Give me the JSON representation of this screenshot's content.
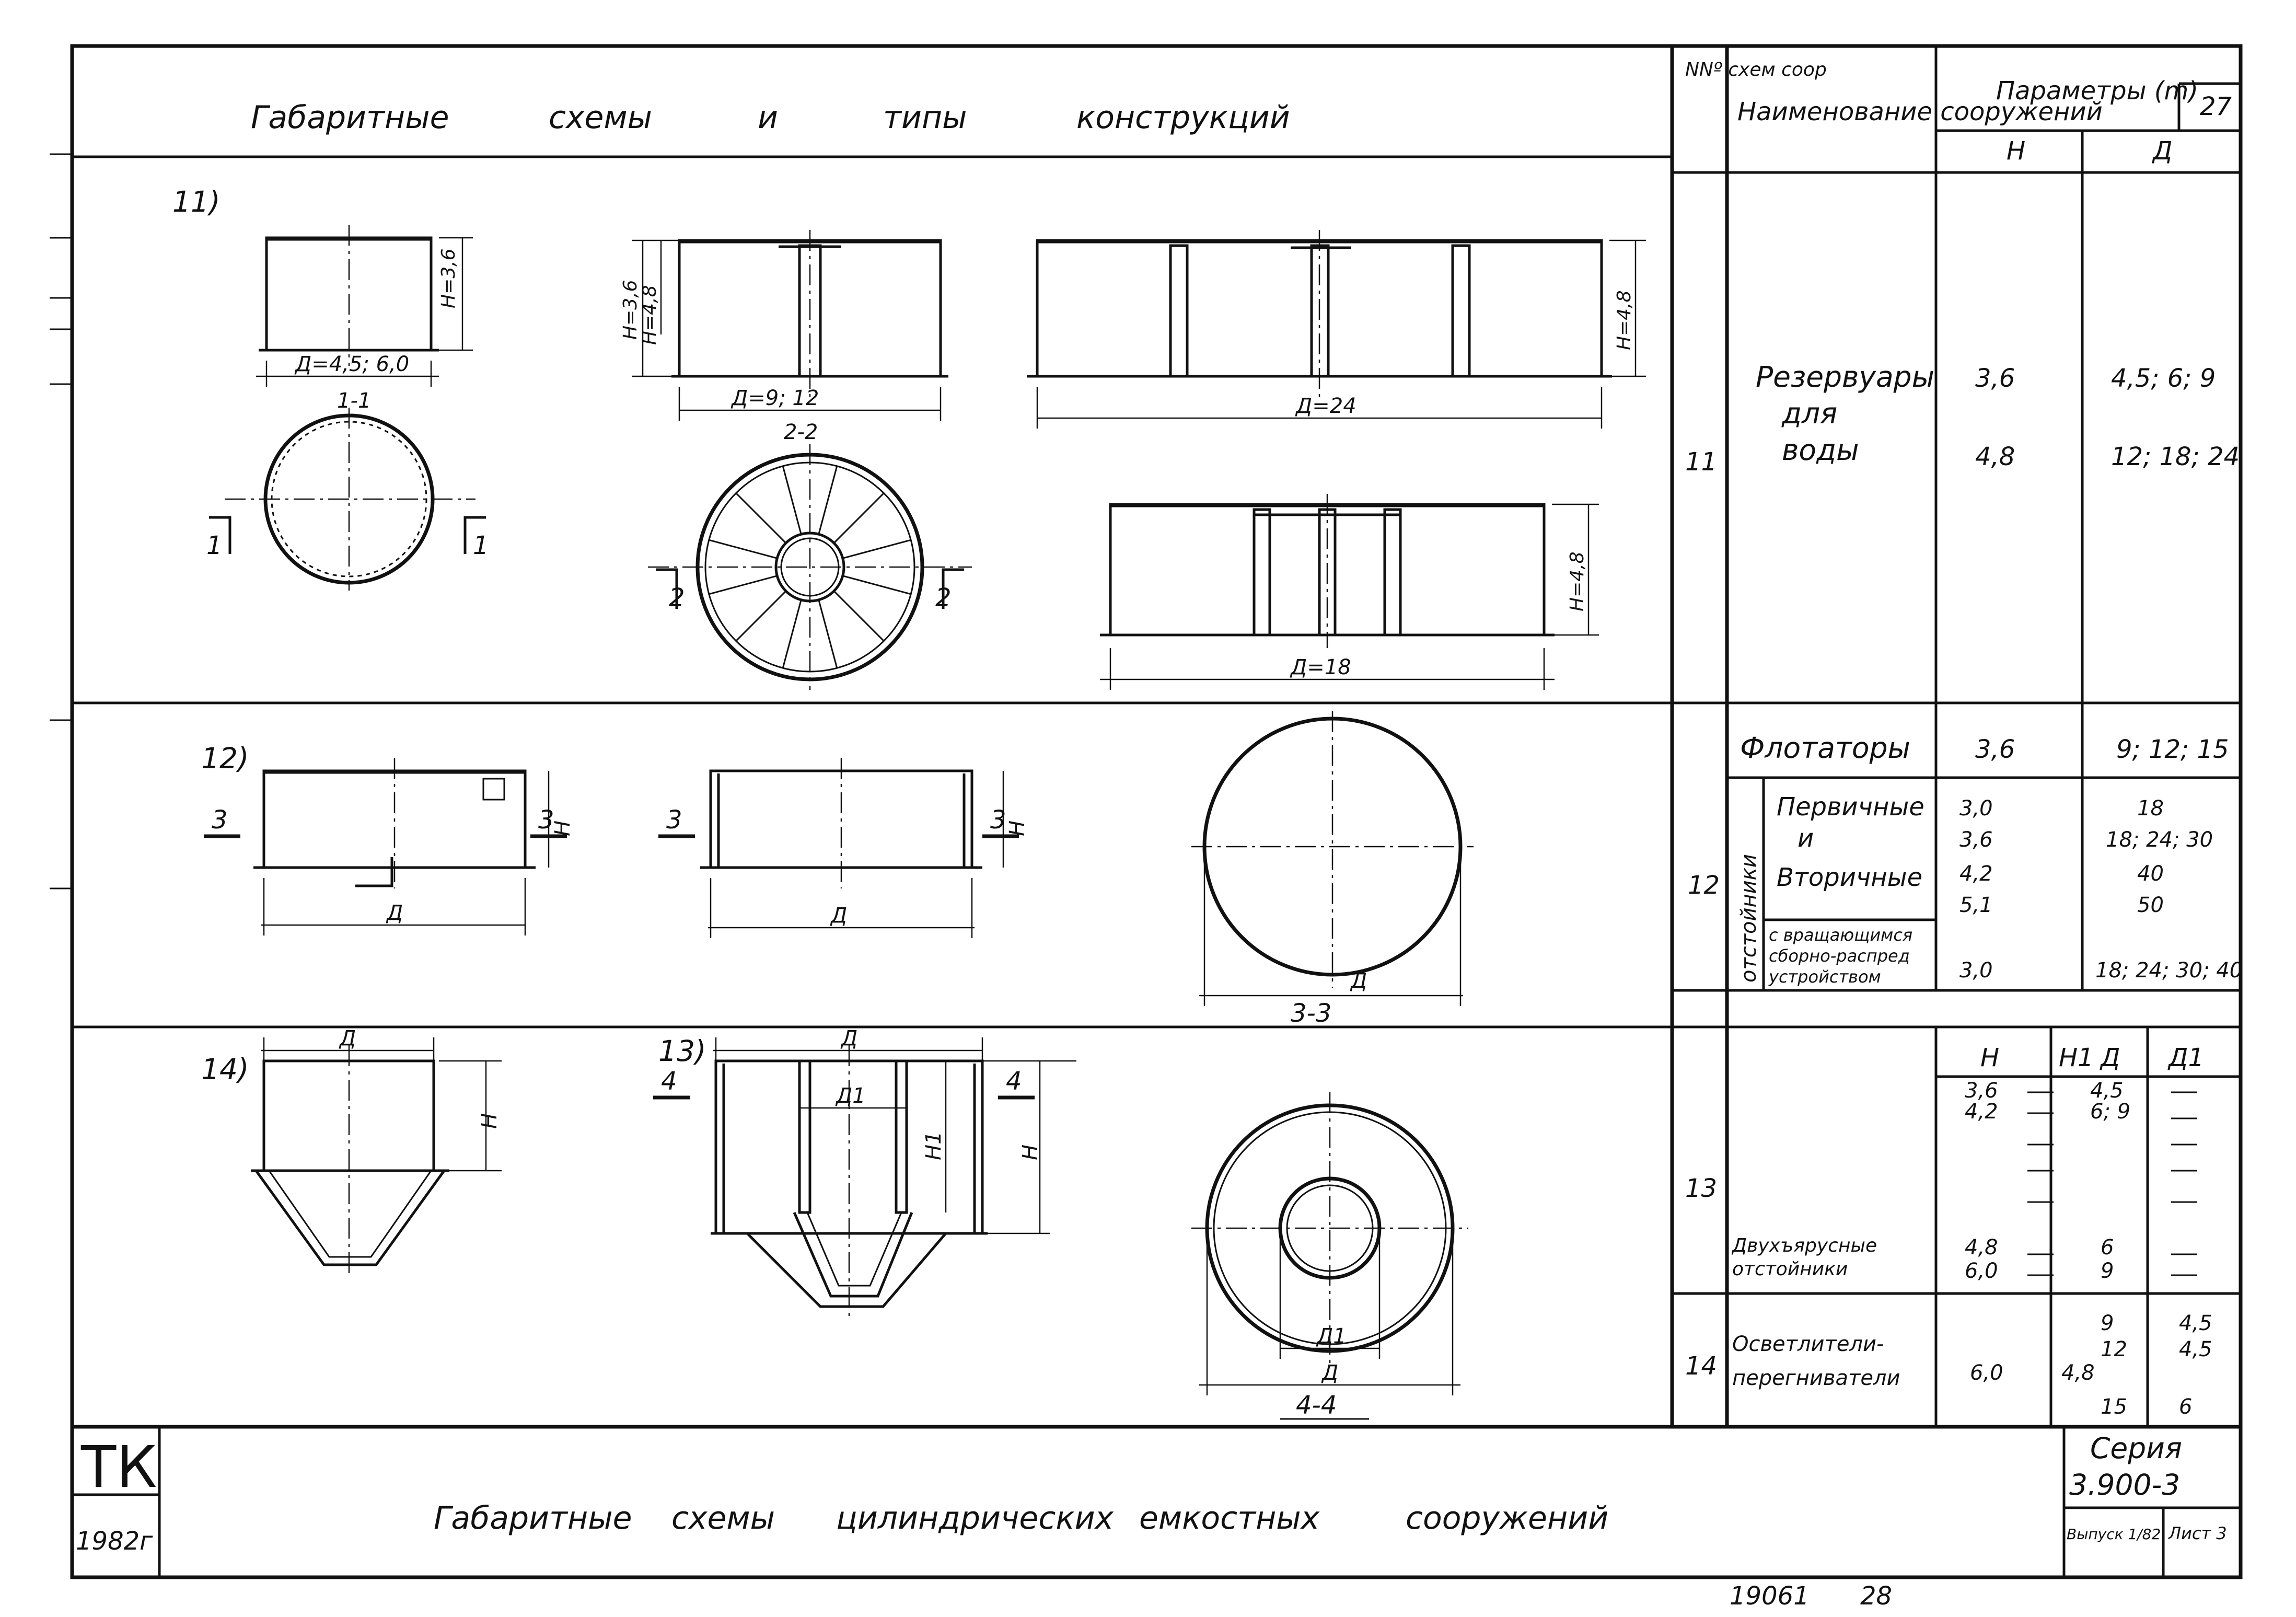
{
  "header": {
    "title": "Габаритные схемы и типы конструкций",
    "title_words": [
      "Габаритные",
      "схемы",
      "и",
      "типы",
      "конструкций"
    ],
    "col_num_label": "NNº схем соор",
    "col_name_label": "Наименование сооружений",
    "col_params_label": "Параметры (m)",
    "col_H": "H",
    "col_D": "Д",
    "page_num": "27"
  },
  "sections": [
    {
      "id": "11",
      "label": "11)",
      "drawing_labels": {
        "d1": "Д=4,5; 6,0",
        "h1": "H=3,6",
        "sec1": "1-1",
        "cut1": "1",
        "d2": "Д=9; 12",
        "h2a": "H=3,6",
        "h2b": "H=4,8",
        "sec2": "2-2",
        "cut2": "2",
        "d3": "Д=24",
        "h3": "H=4,8",
        "d4": "Д=18",
        "h4": "H=4,8"
      },
      "row": {
        "num": "11",
        "name": "Резервуары для воды",
        "name_lines": [
          "Резервуары",
          "для",
          "воды"
        ],
        "H": [
          "3,6",
          "4,8"
        ],
        "D": [
          "4,5; 6; 9",
          "12; 18; 24"
        ]
      }
    },
    {
      "id": "12",
      "label": "12)",
      "drawing_labels": {
        "cut3": "3",
        "h": "H",
        "d": "Д",
        "sec3": "3-3"
      },
      "rows": [
        {
          "name": "Флотаторы",
          "H": "3,6",
          "D": "9; 12; 15"
        },
        {
          "num": "12",
          "group": "отстойники",
          "name_lines": [
            "Первичные",
            "и",
            "Вторичные"
          ],
          "H": [
            "3,0",
            "3,6",
            "4,2",
            "5,1"
          ],
          "D": [
            "18",
            "18; 24; 30",
            "40",
            "50"
          ]
        },
        {
          "name_lines": [
            "с вращающимся",
            "сборно-распред",
            "устройством"
          ],
          "H": "3,0",
          "D": "18; 24; 30; 40"
        }
      ]
    },
    {
      "id": "13-14",
      "labels": {
        "s14": "14)",
        "s13": "13)",
        "cut4": "4",
        "d": "Д",
        "d1": "Д1",
        "h": "H",
        "h1": "H1",
        "sec4": "4-4"
      },
      "subheader": {
        "H": "H",
        "H1": "H1",
        "D": "Д",
        "D1": "Д1"
      },
      "row13": {
        "num": "13",
        "name_lines": [
          "Двухъярусные",
          "отстойники"
        ],
        "H": [
          "3,6",
          "4,2",
          "4,8",
          "6,0"
        ],
        "H1": "—",
        "D": [
          "4,5",
          "6; 9",
          "6",
          "9"
        ],
        "D1": "—"
      },
      "row14": {
        "num": "14",
        "name_lines": [
          "Осветлители-",
          "перегниватели"
        ],
        "H": "6,0",
        "H1": "4,8",
        "D": [
          "9",
          "12",
          "15"
        ],
        "D1": [
          "4,5",
          "4,5",
          "6"
        ]
      }
    }
  ],
  "title_block": {
    "logo": "ТК",
    "year": "1982г",
    "title": "Габаритные схемы цилиндрических емкостных сооружений",
    "title_words": [
      "Габаритные",
      "схемы",
      "цилиндрических",
      "емкостных",
      "сооружений"
    ],
    "series_label": "Серия",
    "series_value": "3.900-3",
    "issue_label": "Выпуск 1/82",
    "sheet_label": "Лист 3"
  },
  "footer": {
    "stamp": "19061",
    "page": "28"
  }
}
